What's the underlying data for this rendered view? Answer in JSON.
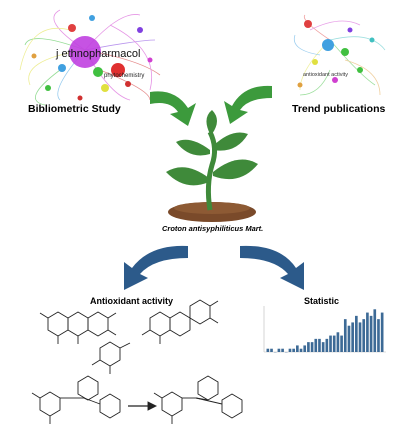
{
  "labels": {
    "bibliometric": "Bibliometric Study",
    "trend": "Trend publications",
    "species": "Croton antisyphiliticus Mart.",
    "antioxidant": "Antioxidant activity",
    "statistic": "Statistic",
    "network_main_node": "j ethnopharmacol",
    "network_small_node": "phytochemistry",
    "trend_node": "antioxidant activity"
  },
  "colors": {
    "arrow_green": "#3c9a3c",
    "arrow_blue": "#2c5a8a",
    "plant_green": "#3f8a3a",
    "soil_brown": "#7a4a2a",
    "bar_blue": "#3d6a96"
  },
  "chart_data": {
    "type": "bar",
    "title": "",
    "xlabel": "",
    "ylabel": "",
    "values": [
      1,
      1,
      0,
      1,
      1,
      0,
      1,
      1,
      2,
      1,
      2,
      3,
      3,
      4,
      4,
      3,
      4,
      5,
      5,
      6,
      5,
      10,
      8,
      9,
      11,
      9,
      10,
      12,
      11,
      13,
      10,
      12
    ],
    "ylim": [
      0,
      14
    ]
  }
}
